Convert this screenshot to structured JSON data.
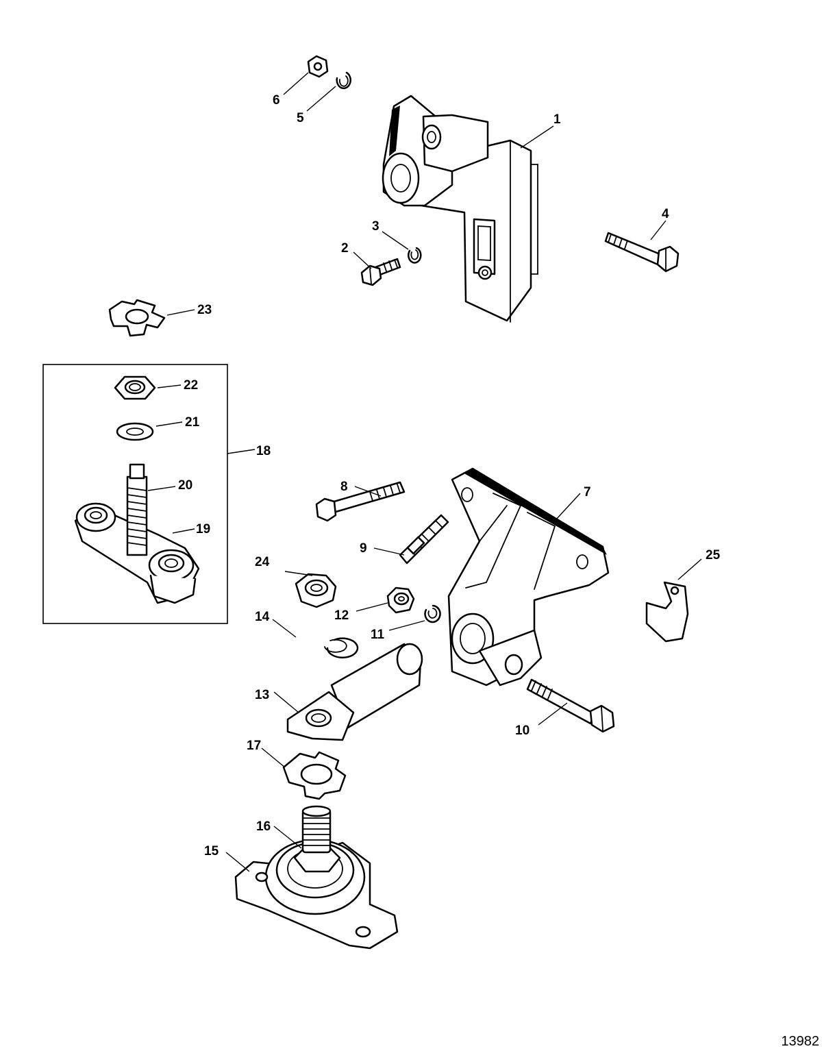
{
  "figure_number": "13982",
  "callouts": [
    {
      "id": "1",
      "label": "1"
    },
    {
      "id": "2",
      "label": "2"
    },
    {
      "id": "3",
      "label": "3"
    },
    {
      "id": "4",
      "label": "4"
    },
    {
      "id": "5",
      "label": "5"
    },
    {
      "id": "6",
      "label": "6"
    },
    {
      "id": "7",
      "label": "7"
    },
    {
      "id": "8",
      "label": "8"
    },
    {
      "id": "9",
      "label": "9"
    },
    {
      "id": "10",
      "label": "10"
    },
    {
      "id": "11",
      "label": "11"
    },
    {
      "id": "12",
      "label": "12"
    },
    {
      "id": "13",
      "label": "13"
    },
    {
      "id": "14",
      "label": "14"
    },
    {
      "id": "15",
      "label": "15"
    },
    {
      "id": "16",
      "label": "16"
    },
    {
      "id": "17",
      "label": "17"
    },
    {
      "id": "18",
      "label": "18"
    },
    {
      "id": "19",
      "label": "19"
    },
    {
      "id": "20",
      "label": "20"
    },
    {
      "id": "21",
      "label": "21"
    },
    {
      "id": "22",
      "label": "22"
    },
    {
      "id": "23",
      "label": "23"
    },
    {
      "id": "24",
      "label": "24"
    },
    {
      "id": "25",
      "label": "25"
    }
  ],
  "colors": {
    "line": "#000000",
    "background": "#ffffff"
  }
}
